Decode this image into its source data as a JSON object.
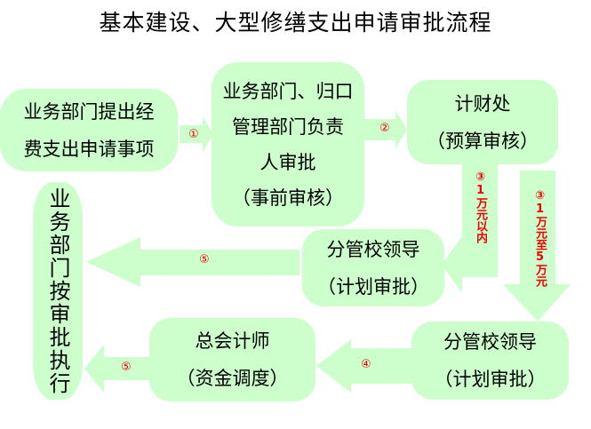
{
  "title": "基本建设、大型修缮支出申请审批流程",
  "colors": {
    "box_fill": "#ccffcc",
    "label": "#ee0000"
  },
  "boxes": {
    "apply": {
      "line1": "业务部门提出经",
      "line2": "费支出申请事项"
    },
    "dept_approval": {
      "line1": "业务部门、归口",
      "line2": "管理部门负责",
      "line3": "人审批",
      "line4": "（事前审核）"
    },
    "finance": {
      "line1": "计财处",
      "line2": "（预算审核）"
    },
    "leader_upper": {
      "line1": "分管校领导",
      "line2": "（计划审批）"
    },
    "execute": {
      "text": "业务部门按审批执行"
    },
    "leader_lower": {
      "line1": "分管校领导",
      "line2": "（计划审批）"
    },
    "chief_accountant": {
      "line1": "总会计师",
      "line2": "（资金调度）"
    }
  },
  "arrows": {
    "step1": "①",
    "step2": "②",
    "step3a": "③1万元以内",
    "step3b": "③1万元至5万元",
    "step4": "④",
    "step5_upper": "⑤",
    "step5_lower": "⑤"
  }
}
